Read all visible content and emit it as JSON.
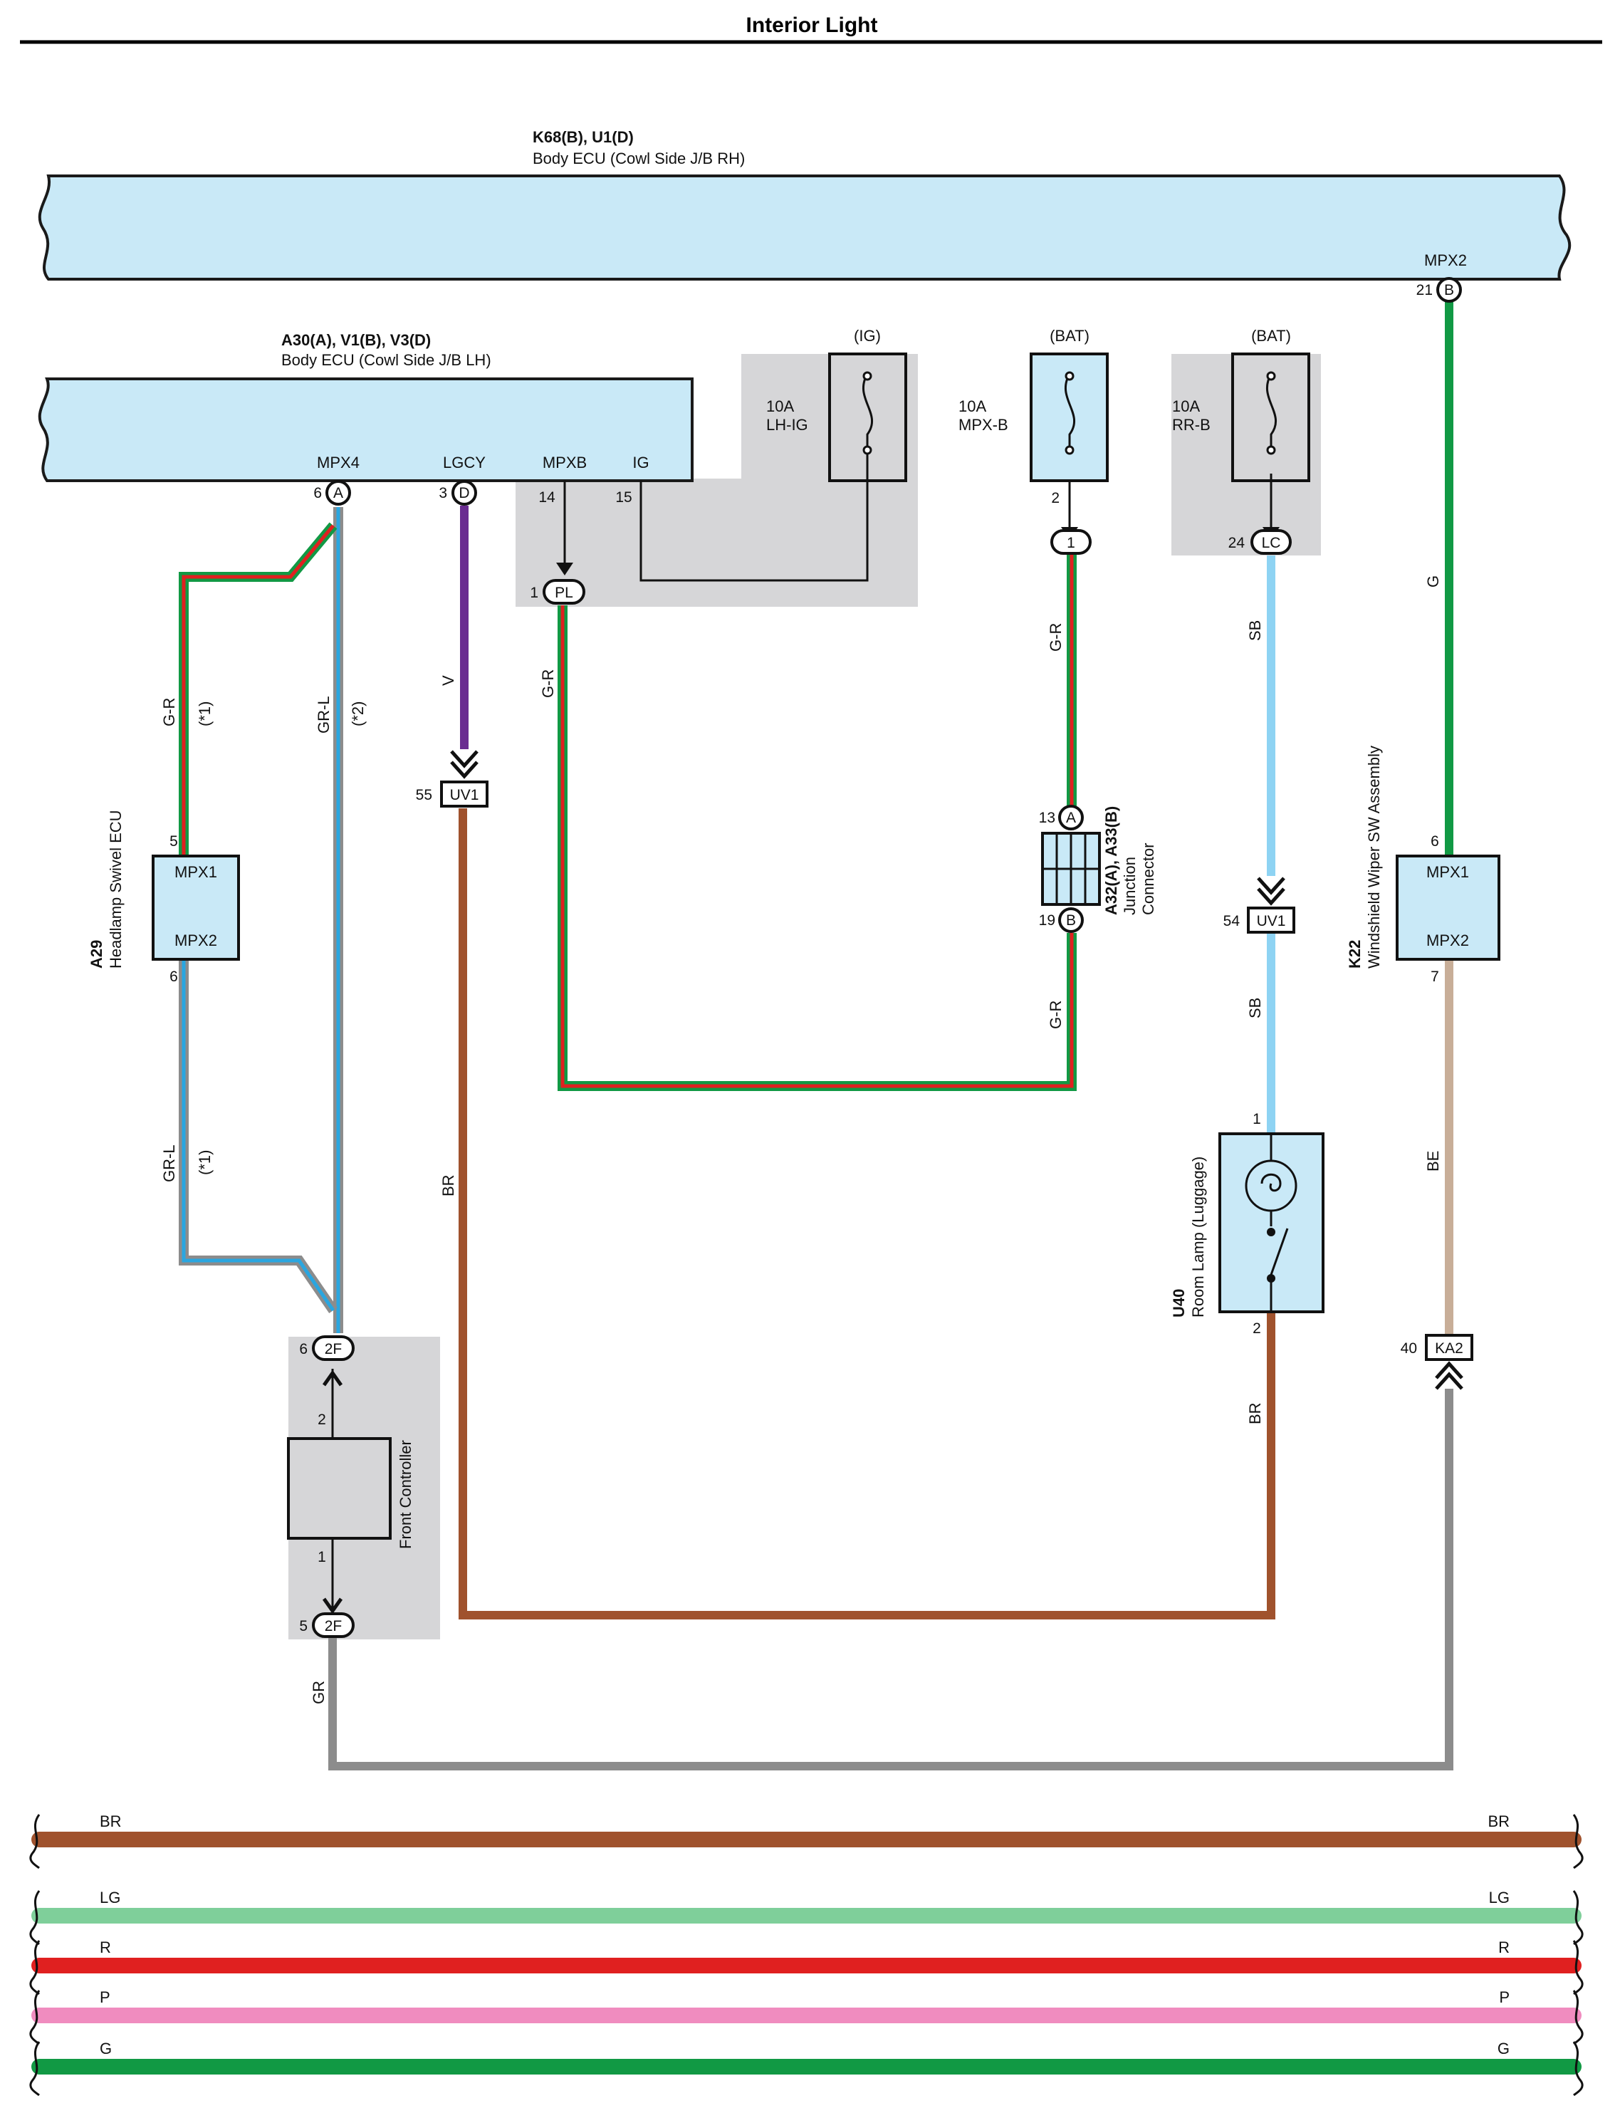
{
  "title": "Interior Light",
  "colors": {
    "ecu_fill": "#c9e9f7",
    "shade": "#d6d6d8",
    "BR": "#a0522d",
    "V": "#6a2c91",
    "G": "#119944",
    "R": "#e02020",
    "SB": "#8ed3f3",
    "GR": "#8c8c8c",
    "BE": "#c8ae98",
    "LG": "#7fcf9a",
    "P": "#f08cbf",
    "L": "#2aa6e0"
  },
  "body_ecu_rh": {
    "code": "K68(B), U1(D)",
    "name": "Body ECU (Cowl Side J/B RH)",
    "pin_label": "MPX2",
    "pin_no": "21",
    "conn": "B"
  },
  "body_ecu_lh": {
    "code": "A30(A), V1(B), V3(D)",
    "name": "Body ECU (Cowl Side J/B LH)",
    "pins": {
      "mpx4": "MPX4",
      "lgcy": "LGCY",
      "mpxb": "MPXB",
      "ig": "IG"
    },
    "pin_no": {
      "mpx4": "6",
      "lgcy": "3",
      "mpxb": "14",
      "ig": "15"
    },
    "conn": {
      "mpx4": "A",
      "lgcy": "D"
    }
  },
  "fuses": {
    "ig": {
      "supply": "(IG)",
      "rating": "10A",
      "name": "LH-IG"
    },
    "mpxb": {
      "supply": "(BAT)",
      "rating": "10A",
      "name": "MPX-B",
      "pin": "2"
    },
    "rrb": {
      "supply": "(BAT)",
      "rating": "10A",
      "name": "RR-B"
    }
  },
  "connectors": {
    "pl": {
      "pin": "1",
      "code": "PL"
    },
    "c1": {
      "code": "1"
    },
    "lc": {
      "pin": "24",
      "code": "LC"
    },
    "uv1_55": {
      "pin": "55",
      "code": "UV1"
    },
    "uv1_54": {
      "pin": "54",
      "code": "UV1"
    },
    "ka2": {
      "pin": "40",
      "code": "KA2"
    },
    "f2_top": {
      "pin": "6",
      "code": "2F"
    },
    "f2_bot": {
      "pin": "5",
      "code": "2F"
    }
  },
  "wires": {
    "gr_sub1": "G-R",
    "star1a": "(*1)",
    "grl_sub2": "GR-L",
    "star2": "(*2)",
    "v": "V",
    "gr_pl": "G-R",
    "gr_j_top": "G-R",
    "gr_j_bot": "G-R",
    "sb_top": "SB",
    "sb_bot": "SB",
    "g_rh": "G",
    "be": "BE",
    "grl_sub1": "GR-L",
    "star1b": "(*1)",
    "br_v": "BR",
    "br_u40": "BR",
    "gr": "GR"
  },
  "a29": {
    "code": "A29",
    "name": "Headlamp Swivel ECU",
    "pin1": "MPX1",
    "pin2": "MPX2",
    "pin1_no": "5",
    "pin2_no": "6"
  },
  "junction": {
    "code": "A32(A), A33(B)",
    "name_1": "Junction",
    "name_2": "Connector",
    "pin_a": "13",
    "conn_a": "A",
    "pin_b": "19",
    "conn_b": "B"
  },
  "k22": {
    "code": "K22",
    "name": "Windshield Wiper SW Assembly",
    "pin1": "MPX1",
    "pin2": "MPX2",
    "pin1_no": "6",
    "pin2_no": "7"
  },
  "u40": {
    "code": "U40",
    "name": "Room Lamp (Luggage)",
    "pin1_no": "1",
    "pin2_no": "2"
  },
  "front_controller": {
    "name": "Front Controller",
    "pin_top": "2",
    "pin_bot": "1"
  },
  "legend": [
    {
      "code": "BR",
      "color_key": "BR"
    },
    {
      "code": "LG",
      "color_key": "LG"
    },
    {
      "code": "R",
      "color_key": "R"
    },
    {
      "code": "P",
      "color_key": "P"
    },
    {
      "code": "G",
      "color_key": "G"
    }
  ]
}
